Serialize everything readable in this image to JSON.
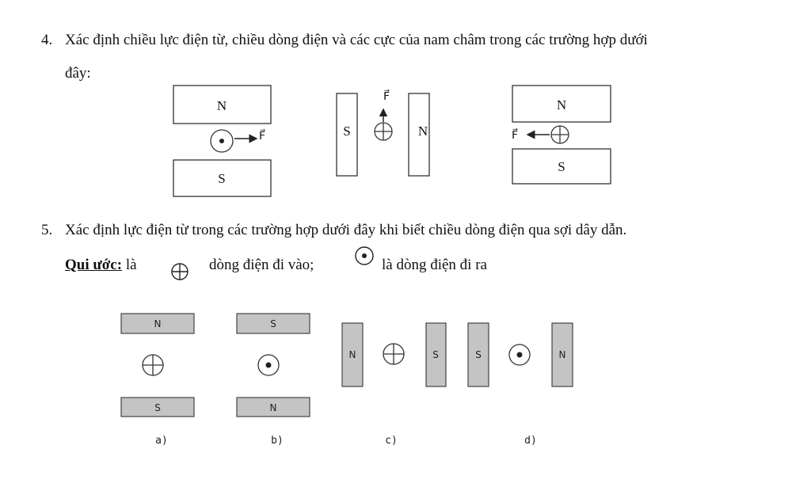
{
  "question4": {
    "number": "4.",
    "text_line1": "Xác định chiều lực điện từ, chiều dòng điện và các cực của nam châm trong các trường hợp dưới",
    "text_line2": "đây:"
  },
  "question5": {
    "number": "5.",
    "text": "Xác định lực điện từ trong các trường hợp dưới đây khi biết chiều dòng điện qua sợi dây dẫn.",
    "convention_label": "Qui ước:",
    "convention_la_1": "là",
    "convention_into": "dòng điện đi vào;",
    "convention_out": "là dòng điện đi ra"
  },
  "fig4": {
    "a": {
      "top_pole": "N",
      "bottom_pole": "S",
      "force_label": "F⃗"
    },
    "b": {
      "left_pole": "S",
      "right_pole": "N",
      "force_label": "F⃗"
    },
    "c": {
      "top_pole": "N",
      "bottom_pole": "S",
      "force_label": "F⃗"
    }
  },
  "fig5": {
    "a": {
      "top_pole": "N",
      "bottom_pole": "S",
      "caption": "a)"
    },
    "b": {
      "top_pole": "S",
      "bottom_pole": "N",
      "caption": "b)"
    },
    "c": {
      "left_pole": "N",
      "right_pole": "S",
      "caption": "c)"
    },
    "d": {
      "left_pole": "S",
      "right_pole": "N",
      "caption": "d)"
    }
  },
  "colors": {
    "magnet_fill_gray": "#c4c4c4",
    "stroke": "#333333"
  }
}
